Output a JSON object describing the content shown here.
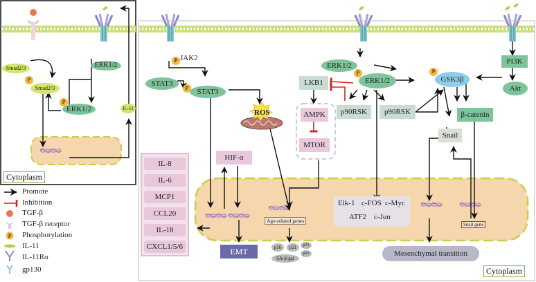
{
  "left_panel": {
    "smad_top": "Smad2/3",
    "smad_mid": "Smad2/3",
    "erk_top": "ERK1/2",
    "erk_bottom": "ERK1/2",
    "il11": "IL-11",
    "cytoplasm": "Cytoplasm"
  },
  "phospho": "P",
  "pathway": {
    "jak2": "JAK2",
    "stat3_a": "STAT3",
    "stat3_b": "STAT3",
    "ros": "ROS",
    "hif": "HIF-α",
    "erk_main": "ERK1/2",
    "erk_p": "ERK1/2",
    "lkb1": "LKB1",
    "ampk": "AMPK",
    "mtor": "MTOR",
    "p90rsk_a": "p90RSK",
    "p90rsk_b": "p90RSK",
    "gsk3b": "GSK3β",
    "pi3k": "PI3K",
    "akt": "Akt",
    "beta_catenin": "β-catenin",
    "snail": "Snail"
  },
  "cytokines": [
    "IL-8",
    "IL-6",
    "MCP1",
    "CCL20",
    "IL-18",
    "CXCL1/5/6"
  ],
  "nucleus": {
    "age_genes": "Age-related genes",
    "tf_row1": [
      "Elk-1",
      "c-FOS",
      "c-Myc"
    ],
    "tf_row2": [
      "ATF2",
      "c-Jun"
    ],
    "snail_gene": "Snail gene",
    "markers": [
      "p16",
      "p21",
      "p53",
      "p63"
    ],
    "sa_gal": "SA-β-gal"
  },
  "outcomes": {
    "emt": "EMT",
    "mesenchymal": "Mesenchymal transition",
    "cytoplasm": "Cytoplasm"
  },
  "legend": [
    "Promote",
    "Inhibition",
    "TGF-β",
    "TGF-β receptor",
    "Phosphorylation",
    "IL-11",
    "IL-11Rα",
    "gp130"
  ],
  "colors": {
    "green_node": "#7dc49a",
    "grey_node": "#c8dcd4",
    "pink_node": "#e9c8dc",
    "phospho": "#f0b640",
    "nucleus": "#f6d6ad",
    "inhibit": "#d62020",
    "emt": "#6a6aa8"
  }
}
